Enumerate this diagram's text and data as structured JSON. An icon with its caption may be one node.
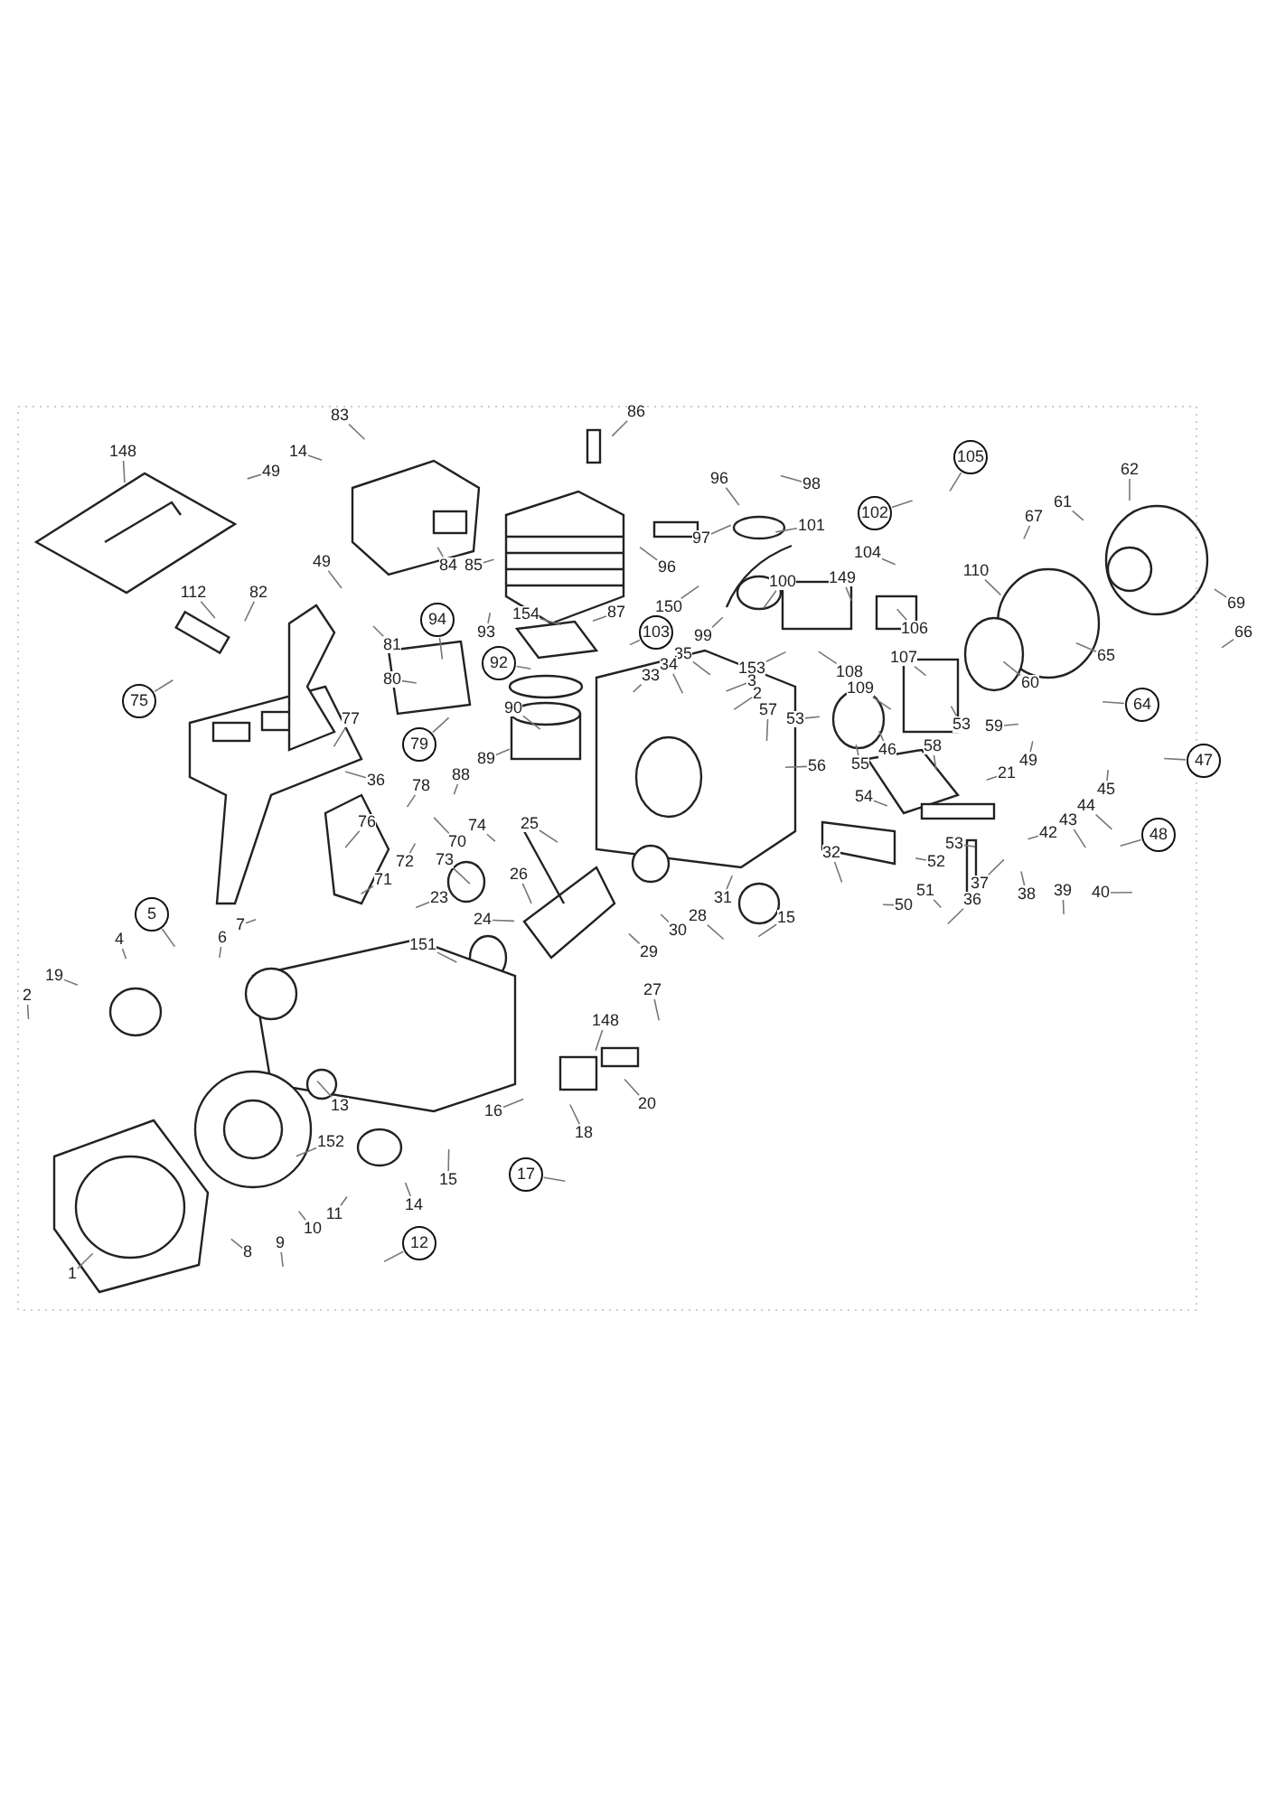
{
  "diagram": {
    "nodes": [
      {
        "text": [
          "148"
        ]
      },
      {
        "text": [
          "83"
        ]
      },
      {
        "text": [
          "86"
        ]
      },
      {
        "text": [
          "105"
        ]
      },
      {
        "text": [
          "62"
        ]
      },
      {
        "text": [
          "14"
        ]
      },
      {
        "text": [
          "49"
        ]
      },
      {
        "text": [
          "96"
        ]
      },
      {
        "text": [
          "98"
        ]
      },
      {
        "text": [
          "102"
        ]
      },
      {
        "text": [
          "61"
        ]
      },
      {
        "text": [
          "67"
        ]
      },
      {
        "text": [
          "101"
        ]
      },
      {
        "text": [
          "104"
        ]
      },
      {
        "text": [
          "84"
        ]
      },
      {
        "text": [
          "85"
        ]
      },
      {
        "text": [
          "149"
        ]
      },
      {
        "text": [
          "110"
        ]
      },
      {
        "text": [
          "69"
        ]
      },
      {
        "text": [
          "49"
        ]
      },
      {
        "text": [
          "112"
        ]
      },
      {
        "text": [
          "87"
        ]
      },
      {
        "text": [
          "94"
        ]
      },
      {
        "text": [
          "154"
        ]
      },
      {
        "text": [
          "97"
        ]
      },
      {
        "text": [
          "96"
        ]
      },
      {
        "text": [
          "150"
        ]
      },
      {
        "text": [
          "100"
        ]
      },
      {
        "text": [
          "65"
        ]
      },
      {
        "text": [
          "66"
        ]
      },
      {
        "text": [
          "82"
        ]
      },
      {
        "text": [
          "81"
        ]
      },
      {
        "text": [
          "80"
        ]
      },
      {
        "text": [
          "93"
        ]
      },
      {
        "text": [
          "92"
        ]
      },
      {
        "text": [
          "99"
        ]
      },
      {
        "text": [
          "103"
        ]
      },
      {
        "text": [
          "106"
        ]
      },
      {
        "text": [
          "107"
        ]
      },
      {
        "text": [
          "108"
        ]
      },
      {
        "text": [
          "109"
        ]
      },
      {
        "text": [
          "60"
        ]
      },
      {
        "text": [
          "64"
        ]
      },
      {
        "text": [
          "153"
        ]
      },
      {
        "text": [
          "3"
        ]
      },
      {
        "text": [
          "2"
        ]
      },
      {
        "text": [
          "35"
        ]
      },
      {
        "text": [
          "34"
        ]
      },
      {
        "text": [
          "33"
        ]
      },
      {
        "text": [
          "57"
        ]
      },
      {
        "text": [
          "53"
        ]
      },
      {
        "text": [
          "59"
        ]
      },
      {
        "text": [
          "53"
        ]
      },
      {
        "text": [
          "58"
        ]
      },
      {
        "text": [
          "90"
        ]
      },
      {
        "text": [
          "75"
        ]
      },
      {
        "text": [
          "77"
        ]
      },
      {
        "text": [
          "79"
        ]
      },
      {
        "text": [
          "89"
        ]
      },
      {
        "text": [
          "88"
        ]
      },
      {
        "text": [
          "36"
        ]
      },
      {
        "text": [
          "78"
        ]
      },
      {
        "text": [
          "56"
        ]
      },
      {
        "text": [
          "55"
        ]
      },
      {
        "text": [
          "46"
        ]
      },
      {
        "text": [
          "49"
        ]
      },
      {
        "text": [
          "21"
        ]
      },
      {
        "text": [
          "47"
        ]
      },
      {
        "text": [
          "54"
        ]
      },
      {
        "text": [
          "45"
        ]
      },
      {
        "text": [
          "44"
        ]
      },
      {
        "text": [
          "43"
        ]
      },
      {
        "text": [
          "42"
        ]
      },
      {
        "text": [
          "48"
        ]
      },
      {
        "text": [
          "74"
        ]
      },
      {
        "text": [
          "25"
        ]
      },
      {
        "text": [
          "76"
        ]
      },
      {
        "text": [
          "70"
        ]
      },
      {
        "text": [
          "73"
        ]
      },
      {
        "text": [
          "72"
        ]
      },
      {
        "text": [
          "71"
        ]
      },
      {
        "text": [
          "32"
        ]
      },
      {
        "text": [
          "23"
        ]
      },
      {
        "text": [
          "26"
        ]
      },
      {
        "text": [
          "53"
        ]
      },
      {
        "text": [
          "52"
        ]
      },
      {
        "text": [
          "37"
        ]
      },
      {
        "text": [
          "38"
        ]
      },
      {
        "text": [
          "39"
        ]
      },
      {
        "text": [
          "40"
        ]
      },
      {
        "text": [
          "36"
        ]
      },
      {
        "text": [
          "51"
        ]
      },
      {
        "text": [
          "50"
        ]
      },
      {
        "text": [
          "31"
        ]
      },
      {
        "text": [
          "15"
        ]
      },
      {
        "text": [
          "28"
        ]
      },
      {
        "text": [
          "30"
        ]
      },
      {
        "text": [
          "29"
        ]
      },
      {
        "text": [
          "24"
        ]
      },
      {
        "text": [
          "27"
        ]
      },
      {
        "text": [
          "151"
        ]
      },
      {
        "text": [
          "5"
        ]
      },
      {
        "text": [
          "7"
        ]
      },
      {
        "text": [
          "6"
        ]
      },
      {
        "text": [
          "4"
        ]
      },
      {
        "text": [
          "19"
        ]
      },
      {
        "text": [
          "2"
        ]
      },
      {
        "text": [
          "148"
        ]
      },
      {
        "text": [
          "20"
        ]
      },
      {
        "text": [
          "18"
        ]
      },
      {
        "text": [
          "16"
        ]
      },
      {
        "text": [
          "13"
        ]
      },
      {
        "text": [
          "152"
        ]
      },
      {
        "text": [
          "15"
        ]
      },
      {
        "text": [
          "14"
        ]
      },
      {
        "text": [
          "17"
        ]
      },
      {
        "text": [
          "11"
        ]
      },
      {
        "text": [
          "10"
        ]
      },
      {
        "text": [
          "12"
        ]
      },
      {
        "text": [
          "9"
        ]
      },
      {
        "text": [
          "8"
        ]
      },
      {
        "text": [
          "1"
        ]
      }
    ],
    "edges": [
      {
        "from": 0,
        "to": null,
        "arrow": "none"
      },
      {
        "from": 1,
        "to": null,
        "arrow": "none"
      },
      {
        "from": 2,
        "to": null,
        "arrow": "none"
      },
      {
        "from": 3,
        "to": null,
        "arrow": "none"
      },
      {
        "from": 4,
        "to": null,
        "arrow": "none"
      },
      {
        "from": 5,
        "to": null,
        "arrow": "none"
      },
      {
        "from": 6,
        "to": null,
        "arrow": "none"
      },
      {
        "from": 7,
        "to": null,
        "arrow": "none"
      },
      {
        "from": 8,
        "to": null,
        "arrow": "none"
      },
      {
        "from": 9,
        "to": null,
        "arrow": "none"
      },
      {
        "from": 10,
        "to": null,
        "arrow": "none"
      },
      {
        "from": 11,
        "to": null,
        "arrow": "none"
      },
      {
        "from": 12,
        "to": null,
        "arrow": "none"
      },
      {
        "from": 13,
        "to": null,
        "arrow": "none"
      },
      {
        "from": 14,
        "to": null,
        "arrow": "none"
      },
      {
        "from": 15,
        "to": null,
        "arrow": "none"
      },
      {
        "from": 16,
        "to": null,
        "arrow": "none"
      },
      {
        "from": 17,
        "to": null,
        "arrow": "none"
      },
      {
        "from": 18,
        "to": null,
        "arrow": "none"
      },
      {
        "from": 19,
        "to": null,
        "arrow": "none"
      },
      {
        "from": 20,
        "to": null,
        "arrow": "none"
      },
      {
        "from": 21,
        "to": null,
        "arrow": "none"
      },
      {
        "from": 22,
        "to": null,
        "arrow": "none"
      },
      {
        "from": 23,
        "to": null,
        "arrow": "none"
      },
      {
        "from": 24,
        "to": null,
        "arrow": "none"
      },
      {
        "from": 25,
        "to": null,
        "arrow": "none"
      },
      {
        "from": 26,
        "to": null,
        "arrow": "none"
      },
      {
        "from": 27,
        "to": null,
        "arrow": "none"
      },
      {
        "from": 28,
        "to": null,
        "arrow": "none"
      },
      {
        "from": 29,
        "to": null,
        "arrow": "none"
      },
      {
        "from": 30,
        "to": null,
        "arrow": "none"
      },
      {
        "from": 31,
        "to": null,
        "arrow": "none"
      },
      {
        "from": 32,
        "to": null,
        "arrow": "none"
      },
      {
        "from": 33,
        "to": null,
        "arrow": "none"
      },
      {
        "from": 34,
        "to": null,
        "arrow": "none"
      },
      {
        "from": 35,
        "to": null,
        "arrow": "none"
      },
      {
        "from": 36,
        "to": null,
        "arrow": "none"
      },
      {
        "from": 37,
        "to": null,
        "arrow": "none"
      },
      {
        "from": 38,
        "to": null,
        "arrow": "none"
      },
      {
        "from": 39,
        "to": null,
        "arrow": "none"
      },
      {
        "from": 40,
        "to": null,
        "arrow": "none"
      },
      {
        "from": 41,
        "to": null,
        "arrow": "none"
      },
      {
        "from": 42,
        "to": null,
        "arrow": "none"
      },
      {
        "from": 43,
        "to": null,
        "arrow": "none"
      },
      {
        "from": 44,
        "to": null,
        "arrow": "none"
      },
      {
        "from": 45,
        "to": null,
        "arrow": "none"
      },
      {
        "from": 46,
        "to": null,
        "arrow": "none"
      },
      {
        "from": 47,
        "to": null,
        "arrow": "none"
      },
      {
        "from": 48,
        "to": null,
        "arrow": "none"
      },
      {
        "from": 49,
        "to": null,
        "arrow": "none"
      },
      {
        "from": 50,
        "to": null,
        "arrow": "none"
      },
      {
        "from": 51,
        "to": null,
        "arrow": "none"
      },
      {
        "from": 52,
        "to": null,
        "arrow": "none"
      },
      {
        "from": 53,
        "to": null,
        "arrow": "none"
      },
      {
        "from": 54,
        "to": null,
        "arrow": "none"
      },
      {
        "from": 55,
        "to": null,
        "arrow": "none"
      },
      {
        "from": 56,
        "to": null,
        "arrow": "none"
      },
      {
        "from": 57,
        "to": null,
        "arrow": "none"
      },
      {
        "from": 58,
        "to": null,
        "arrow": "none"
      },
      {
        "from": 59,
        "to": null,
        "arrow": "none"
      },
      {
        "from": 60,
        "to": null,
        "arrow": "none"
      },
      {
        "from": 61,
        "to": null,
        "arrow": "none"
      },
      {
        "from": 62,
        "to": null,
        "arrow": "none"
      },
      {
        "from": 63,
        "to": null,
        "arrow": "none"
      },
      {
        "from": 64,
        "to": null,
        "arrow": "none"
      },
      {
        "from": 65,
        "to": null,
        "arrow": "none"
      },
      {
        "from": 66,
        "to": null,
        "arrow": "none"
      },
      {
        "from": 67,
        "to": null,
        "arrow": "none"
      },
      {
        "from": 68,
        "to": null,
        "arrow": "none"
      },
      {
        "from": 69,
        "to": null,
        "arrow": "none"
      },
      {
        "from": 70,
        "to": null,
        "arrow": "none"
      },
      {
        "from": 71,
        "to": null,
        "arrow": "none"
      },
      {
        "from": 72,
        "to": null,
        "arrow": "none"
      },
      {
        "from": 73,
        "to": null,
        "arrow": "none"
      },
      {
        "from": 74,
        "to": null,
        "arrow": "none"
      },
      {
        "from": 75,
        "to": null,
        "arrow": "none"
      },
      {
        "from": 76,
        "to": null,
        "arrow": "none"
      },
      {
        "from": 77,
        "to": null,
        "arrow": "none"
      },
      {
        "from": 78,
        "to": null,
        "arrow": "none"
      },
      {
        "from": 79,
        "to": null,
        "arrow": "none"
      },
      {
        "from": 80,
        "to": null,
        "arrow": "none"
      },
      {
        "from": 81,
        "to": null,
        "arrow": "none"
      },
      {
        "from": 82,
        "to": null,
        "arrow": "none"
      },
      {
        "from": 83,
        "to": null,
        "arrow": "none"
      },
      {
        "from": 84,
        "to": null,
        "arrow": "none"
      },
      {
        "from": 85,
        "to": null,
        "arrow": "none"
      },
      {
        "from": 86,
        "to": null,
        "arrow": "none"
      },
      {
        "from": 87,
        "to": null,
        "arrow": "none"
      },
      {
        "from": 88,
        "to": null,
        "arrow": "none"
      },
      {
        "from": 89,
        "to": null,
        "arrow": "none"
      },
      {
        "from": 90,
        "to": null,
        "arrow": "none"
      },
      {
        "from": 91,
        "to": null,
        "arrow": "none"
      },
      {
        "from": 92,
        "to": null,
        "arrow": "none"
      },
      {
        "from": 93,
        "to": null,
        "arrow": "none"
      },
      {
        "from": 94,
        "to": null,
        "arrow": "none"
      },
      {
        "from": 95,
        "to": null,
        "arrow": "none"
      },
      {
        "from": 96,
        "to": null,
        "arrow": "none"
      },
      {
        "from": 97,
        "to": null,
        "arrow": "none"
      },
      {
        "from": 98,
        "to": null,
        "arrow": "none"
      },
      {
        "from": 99,
        "to": null,
        "arrow": "none"
      },
      {
        "from": 100,
        "to": null,
        "arrow": "none"
      },
      {
        "from": 101,
        "to": null,
        "arrow": "none"
      },
      {
        "from": 102,
        "to": null,
        "arrow": "none"
      },
      {
        "from": 103,
        "to": null,
        "arrow": "none"
      },
      {
        "from": 104,
        "to": null,
        "arrow": "none"
      },
      {
        "from": 105,
        "to": null,
        "arrow": "none"
      },
      {
        "from": 106,
        "to": null,
        "arrow": "none"
      },
      {
        "from": 107,
        "to": null,
        "arrow": "none"
      },
      {
        "from": 108,
        "to": null,
        "arrow": "none"
      },
      {
        "from": 109,
        "to": null,
        "arrow": "none"
      },
      {
        "from": 110,
        "to": null,
        "arrow": "none"
      },
      {
        "from": 111,
        "to": null,
        "arrow": "none"
      },
      {
        "from": 112,
        "to": null,
        "arrow": "none"
      },
      {
        "from": 113,
        "to": null,
        "arrow": "none"
      },
      {
        "from": 114,
        "to": null,
        "arrow": "none"
      },
      {
        "from": 115,
        "to": null,
        "arrow": "none"
      },
      {
        "from": 116,
        "to": null,
        "arrow": "none"
      },
      {
        "from": 117,
        "to": null,
        "arrow": "none"
      },
      {
        "from": 118,
        "to": null,
        "arrow": "none"
      },
      {
        "from": 119,
        "to": null,
        "arrow": "none"
      },
      {
        "from": 120,
        "to": null,
        "arrow": "none"
      },
      {
        "from": 121,
        "to": null,
        "arrow": "none"
      }
    ]
  }
}
